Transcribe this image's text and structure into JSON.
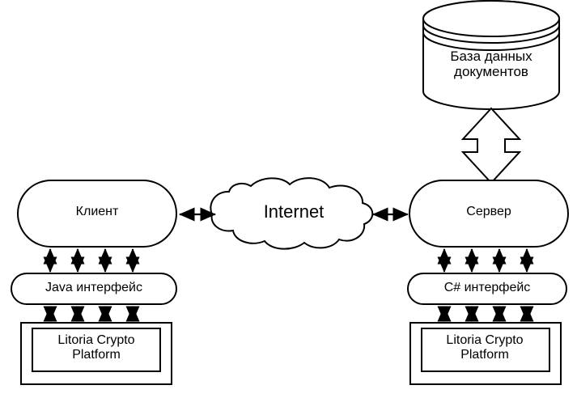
{
  "diagram": {
    "title": "Client-server architecture with Litoria Crypto Platform",
    "background_color": "#ffffff",
    "stroke_color": "#000000",
    "nodes": {
      "database": {
        "label": "База данных\nдокументов",
        "shape": "cylinder"
      },
      "client": {
        "label": "Клиент",
        "shape": "stadium"
      },
      "internet": {
        "label": "Internet",
        "shape": "cloud"
      },
      "server": {
        "label": "Сервер",
        "shape": "stadium"
      },
      "java_interface": {
        "label": "Java интерфейс",
        "shape": "stadium"
      },
      "csharp_interface": {
        "label": "C# интерфейс",
        "shape": "stadium"
      },
      "litoria_client": {
        "label": "Litoria Crypto\nPlatform",
        "shape": "nested-rectangle"
      },
      "litoria_server": {
        "label": "Litoria Crypto\nPlatform",
        "shape": "nested-rectangle"
      }
    },
    "connectors": {
      "client_to_internet": "bidirectional-arrow",
      "internet_to_server": "bidirectional-arrow",
      "server_to_database": "block-double-arrow-vertical",
      "client_to_java": "four-bidirectional-arrows",
      "java_to_litoria_client": "four-bidirectional-arrows",
      "server_to_csharp": "four-bidirectional-arrows",
      "csharp_to_litoria_server": "four-bidirectional-arrows"
    }
  }
}
